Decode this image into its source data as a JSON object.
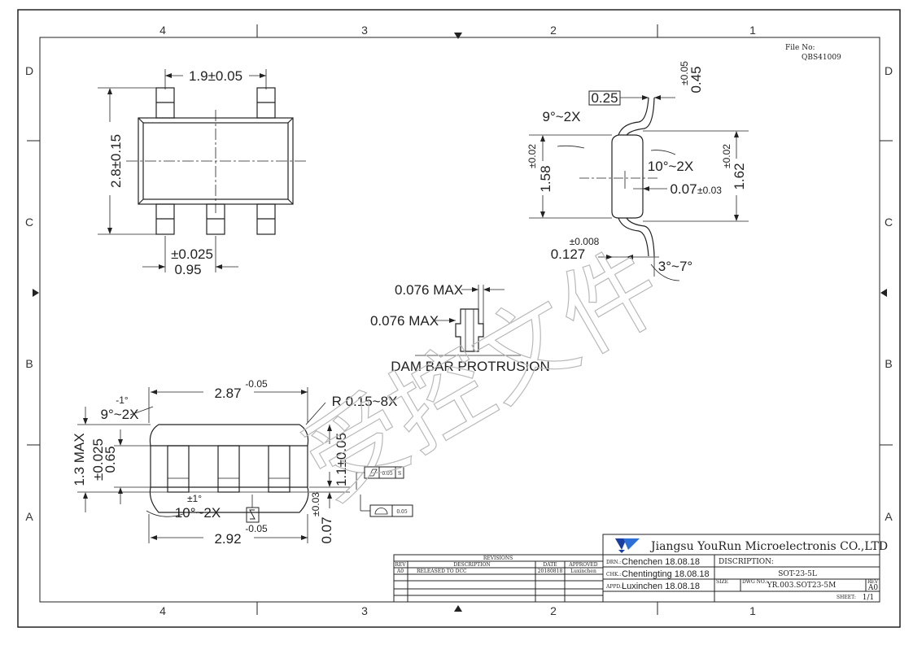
{
  "file_no": {
    "label": "File No:",
    "value": "QBS41009"
  },
  "grid": {
    "cols": [
      "4",
      "3",
      "2",
      "1"
    ],
    "rows": [
      "D",
      "C",
      "B",
      "A"
    ]
  },
  "top_view": {
    "pitch_label": "1.9±0.05",
    "height_label": "2.8±0.15",
    "tol_label": "±0.025",
    "lead_pitch_label": "0.95"
  },
  "side_view": {
    "lead_tol_label": "±0.05",
    "lead_thk_label": "0.45",
    "box_label": "0.25",
    "angle_label": "9°~2X",
    "tol_left": "±0.02",
    "body_h_label": "1.58",
    "angle2_label": "10°~2X",
    "tol_right": "±0.02",
    "total_h_label": "1.62",
    "plate_label": "0.07",
    "plate_tol": "±0.03",
    "small_tol": "±0.008",
    "small_label": "0.127",
    "foot_angle": "3°~7°"
  },
  "dam_bar": {
    "max1": "0.076 MAX",
    "max2": "0.076 MAX",
    "caption": "DAM BAR PROTRUSION"
  },
  "front_view": {
    "angle_tol": "-1°",
    "angle_label": "9°~2X",
    "width_label": "2.87",
    "width_tol": "-0.05",
    "radius_label": "R 0.15~8X",
    "max_h_label": "1.3 MAX",
    "tol_a": "±0.025",
    "h_label": "0.65",
    "h2_label": "1.1±0.05",
    "flat_val": "0.05",
    "flat_ref": "S",
    "angle2_tol": "±1°",
    "angle2_label": "10°~2X",
    "thk_label": "0.07",
    "thk_tol": "±0.03",
    "profile_val": "0.05",
    "bottom_width": "2.92",
    "bottom_tol": "-0.05"
  },
  "watermark": "受控文件",
  "title_block": {
    "company": "Jiangsu YouRun Microelectronis CO.,LTD",
    "drn_label": "DRN.:",
    "drn_value": "Chenchen 18.08.18",
    "chk_label": "CHK.:",
    "chk_value": "Chentingting 18.08.18",
    "appd_label": "APPD.:",
    "appd_value": "Luxinchen 18.08.18",
    "disc_label": "DISCRIPTION:",
    "disc_value": "SOT-23-5L",
    "size_label": "SIZE",
    "dwg_label": "DWG NO.:",
    "dwg_value": "YR.003.SOT23-5M",
    "rev_label": "REV",
    "rev_value": "A0",
    "sheet_label": "SHEET:",
    "sheet_value": "1/1"
  },
  "revisions": {
    "title": "REVISIONS",
    "headers": [
      "REV",
      "DESCRIPTION",
      "DATE",
      "APPROVED"
    ],
    "rows": [
      [
        "A0",
        "RELEASED TO DCC",
        "20180818",
        "Luxinchen"
      ]
    ]
  }
}
